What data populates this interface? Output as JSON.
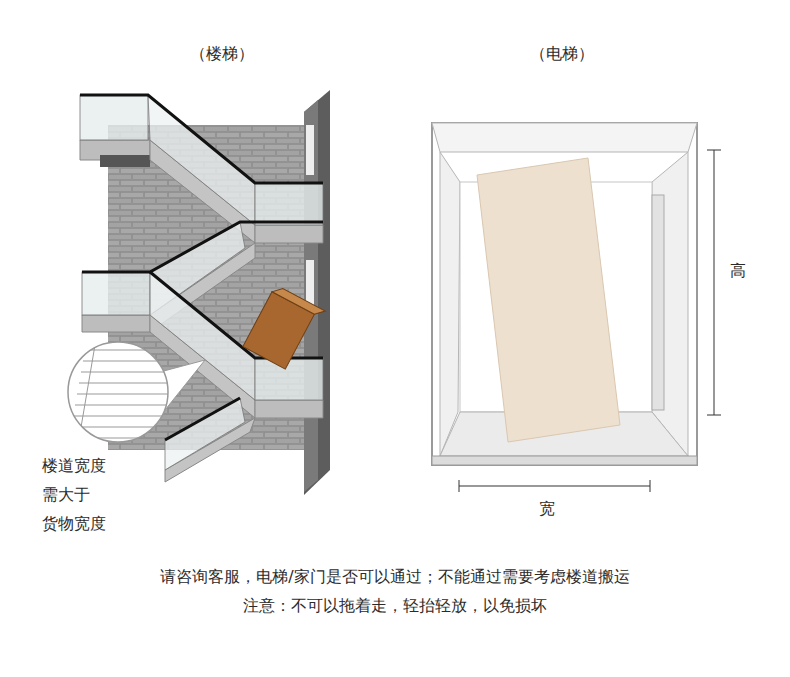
{
  "diagram": {
    "labels": [
      "（楼梯）",
      "（电梯）",
      "楼道宽度 需大于 货物宽度",
      "高",
      "宽",
      "请咨询客服，电梯/家门是否可以通过；不能通过需要考虑楼道搬运",
      "注意：不可以拖着走，轻抬轻放，以免损坏"
    ]
  }
}
